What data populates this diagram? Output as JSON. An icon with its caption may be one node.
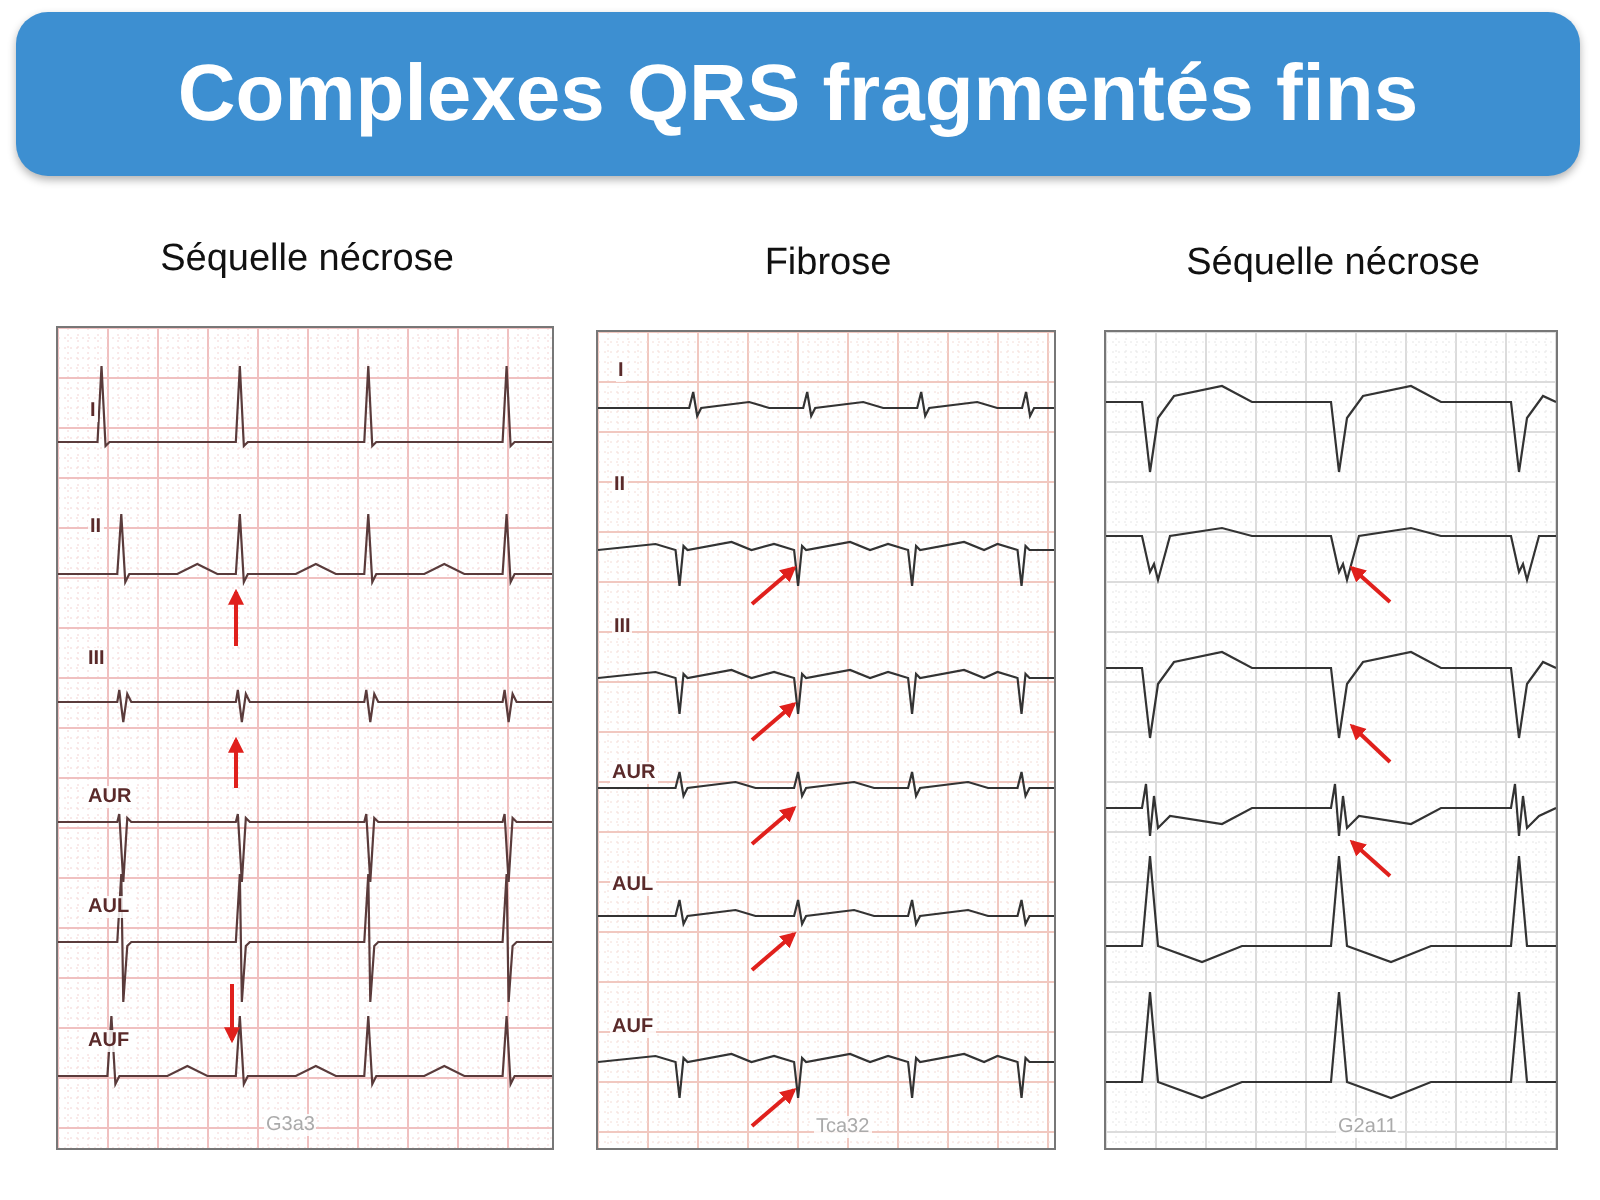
{
  "diagram": {
    "title": "Complexes QRS fragmentés fins",
    "nodes": [
      {
        "text": [
          "Séquelle nécrose"
        ]
      },
      {
        "text": [
          "Fibrose"
        ]
      },
      {
        "text": [
          "Séquelle nécrose"
        ]
      }
    ],
    "labels": [
      "I",
      "II",
      "III",
      "AUR",
      "AUL",
      "AUF",
      "G3a3",
      "I",
      "II",
      "III",
      "AUR",
      "AUL",
      "AUF",
      "Tca32",
      "G2a11"
    ]
  }
}
